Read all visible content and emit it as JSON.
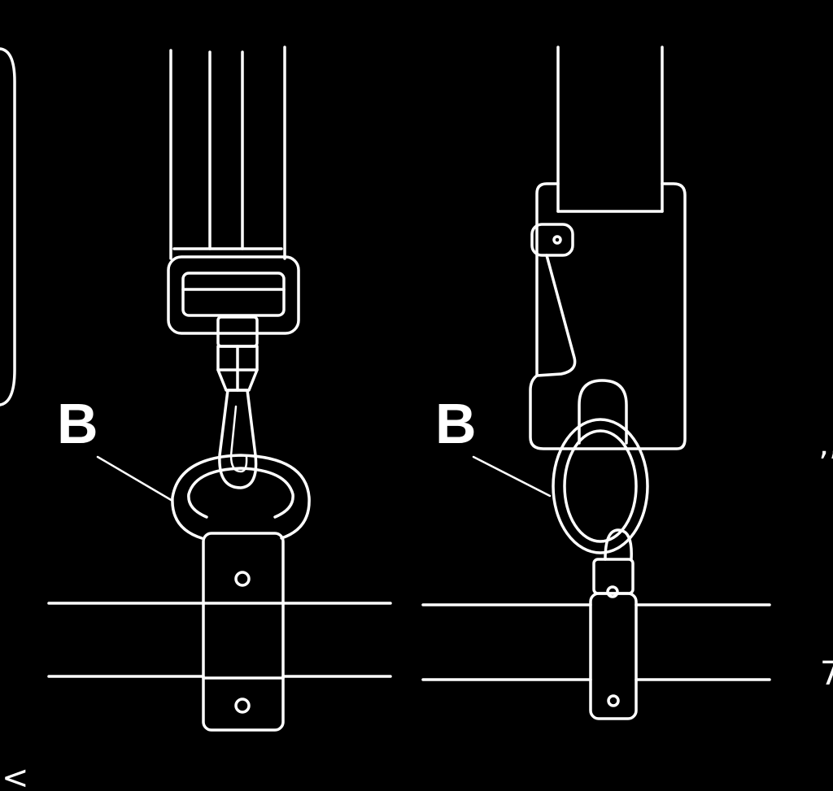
{
  "figure": {
    "left_callout": "B",
    "right_callout": "B",
    "edge_marks": {
      "right_top": "’’",
      "right_mid": "7",
      "bottom_left": "<"
    },
    "colors": {
      "background": "#000000",
      "line": "#ffffff"
    }
  }
}
